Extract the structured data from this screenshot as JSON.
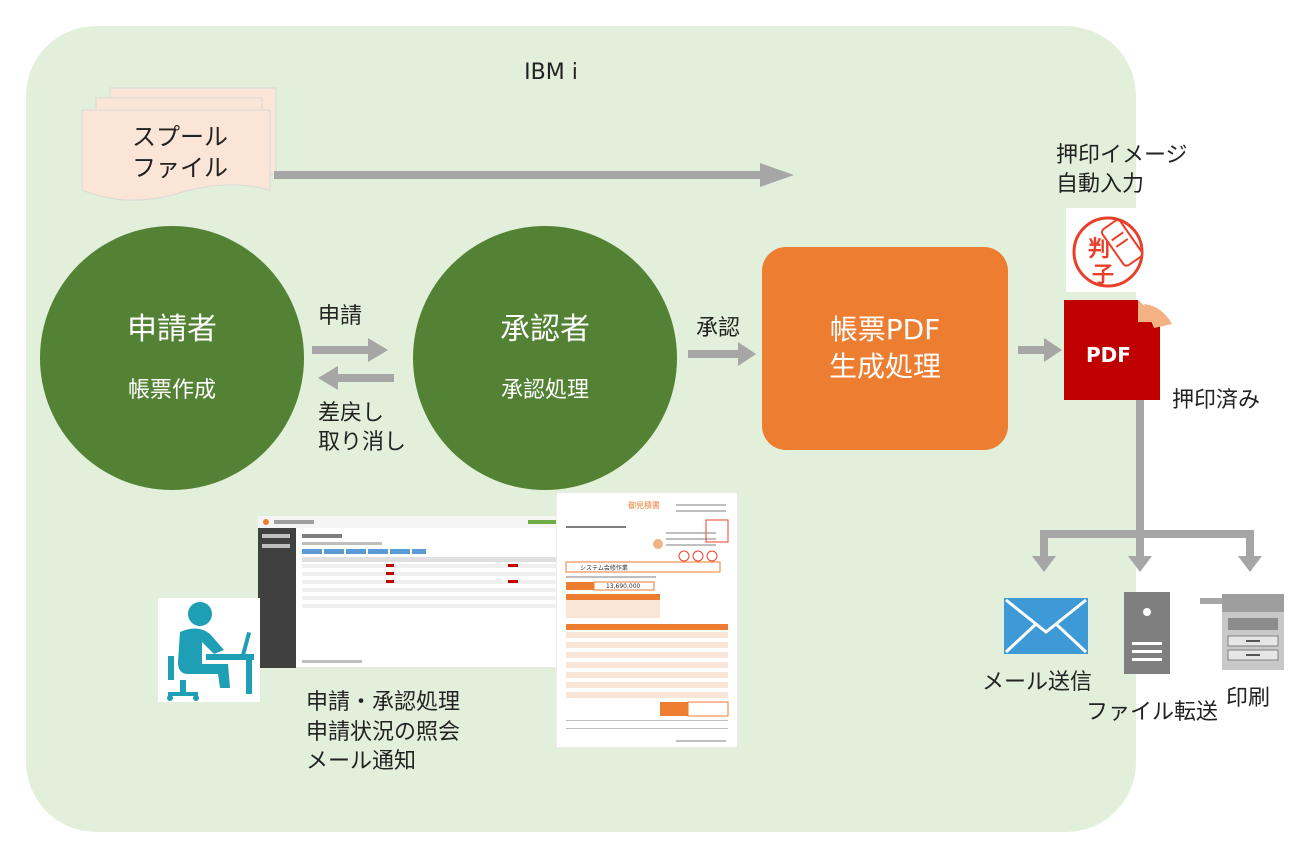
{
  "region_label": "IBM i",
  "spool": {
    "label": "スプール\nファイル"
  },
  "applicant": {
    "title": "申請者",
    "subtitle": "帳票作成"
  },
  "approver": {
    "title": "承認者",
    "subtitle": "承認処理"
  },
  "arrows": {
    "apply": "申請",
    "return": "差戻し\n取り消し",
    "approve": "承認"
  },
  "pdf_process": {
    "label": "帳票PDF\n生成処理"
  },
  "stamp": {
    "label": "押印イメージ\n自動入力",
    "chars": [
      "判",
      "子"
    ]
  },
  "pdf_file": {
    "icon_text": "PDF",
    "label": "押印済み"
  },
  "outputs": {
    "mail": "メール送信",
    "transfer": "ファイル転送",
    "print": "印刷"
  },
  "workflow": {
    "description": "申請・承認処理\n申請状況の照会\nメール通知"
  },
  "quote_doc": {
    "title": "御見積書",
    "subject": "システム会修作業",
    "amount": "13,690,000"
  },
  "colors": {
    "region": "#e2efda",
    "green": "#548235",
    "orange": "#ed7d31",
    "arrow": "#a6a6a6",
    "pdf_red": "#c00000",
    "stamp_red": "#e8402a",
    "mail_blue": "#3d9ad6",
    "person_teal": "#1e9fb5"
  }
}
